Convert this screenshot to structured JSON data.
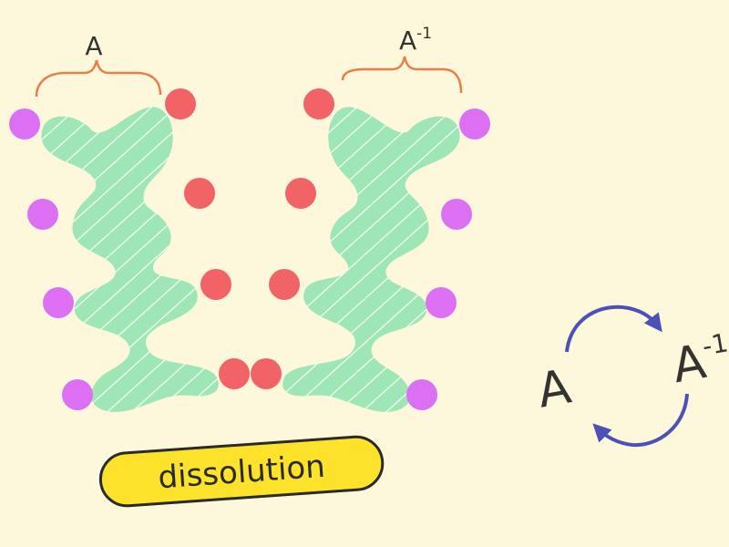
{
  "labels": {
    "left_bracket": "A",
    "right_bracket": "A",
    "right_bracket_sup": "-1",
    "cycle_left": "A",
    "cycle_right": "A",
    "cycle_right_sup": "-1"
  },
  "badge": {
    "text": "dissolution"
  },
  "colors": {
    "background": "#fdf8dc",
    "molecule_fill": "#9fe6b6",
    "hatch": "#ffffff",
    "red_atom": "#f16364",
    "purple_atom": "#dc6ff2",
    "bracket": "#e87f49",
    "badge_fill": "#fde22b",
    "badge_stroke": "#2a2a2a",
    "arrow": "#4c51b8",
    "text": "#333333"
  }
}
